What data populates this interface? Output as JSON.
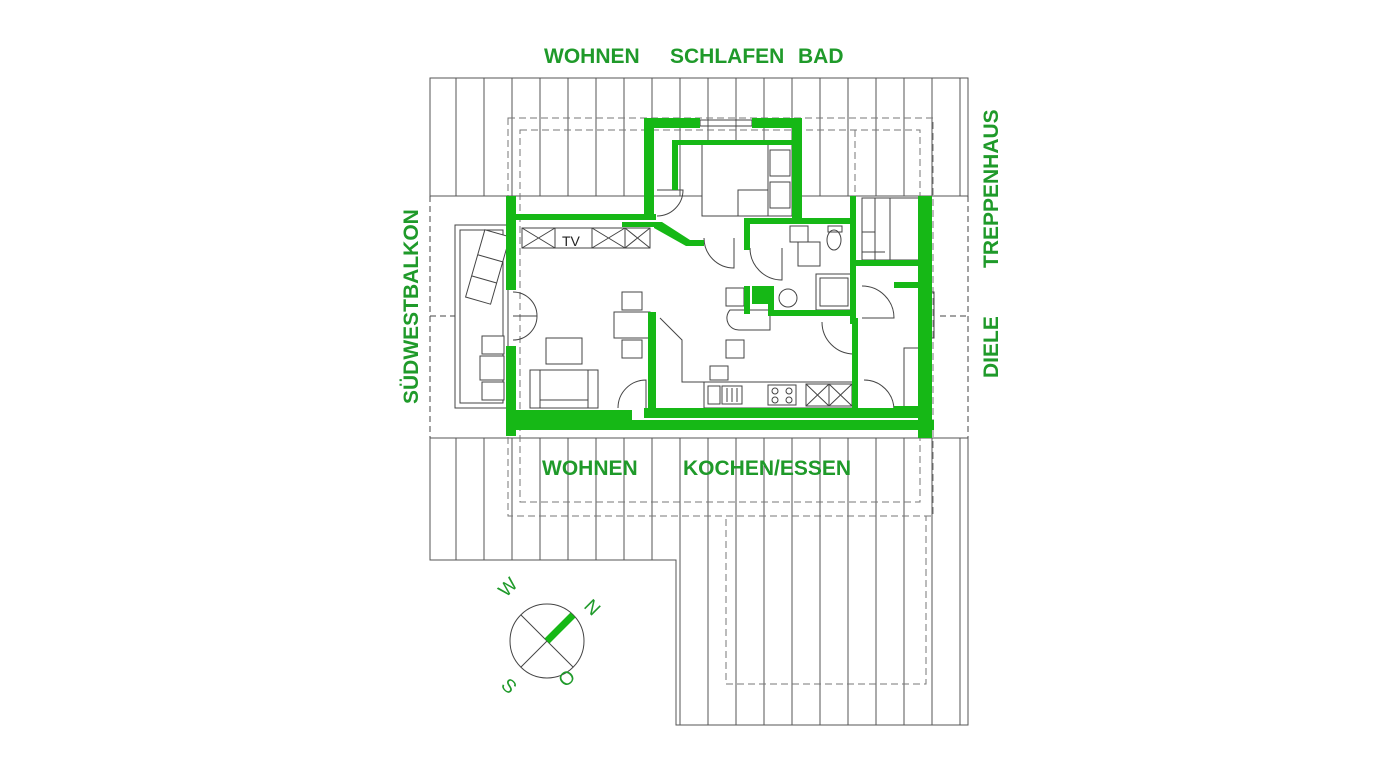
{
  "labels": {
    "top_wohnen": "WOHNEN",
    "top_schlafen": "SCHLAFEN",
    "top_bad": "BAD",
    "treppenhaus": "TREPPENHAUS",
    "diele": "DIELE",
    "suedwestbalkon": "SÜDWESTBALKON",
    "bottom_wohnen": "WOHNEN",
    "kochen_essen": "KOCHEN/ESSEN",
    "tv": "TV"
  },
  "compass": {
    "north": "N",
    "south": "S",
    "west": "W",
    "east": "O"
  },
  "colors": {
    "wall": "#16b816",
    "label": "#1f9a2a",
    "line": "#444444"
  }
}
